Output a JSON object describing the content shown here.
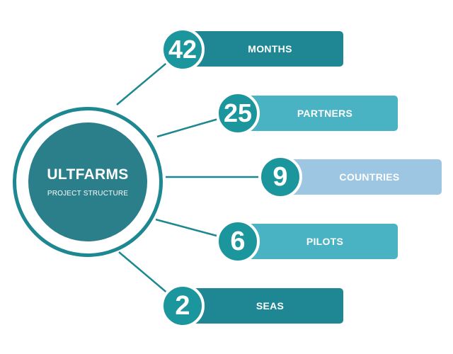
{
  "hub": {
    "title": "ULTFARMS",
    "subtitle": "PROJECT STRUCTURE"
  },
  "colors": {
    "line": "#1d8891",
    "hub_fill": "#2a7f8b",
    "number_circle": "#1c969d"
  },
  "items": [
    {
      "number": "42",
      "label": "MONTHS",
      "bar_color": "#1f8793"
    },
    {
      "number": "25",
      "label": "PARTNERS",
      "bar_color": "#4ab3c3"
    },
    {
      "number": "9",
      "label": "COUNTRIES",
      "bar_color": "#9dc6e2"
    },
    {
      "number": "6",
      "label": "PILOTS",
      "bar_color": "#4ab3c3"
    },
    {
      "number": "2",
      "label": "SEAS",
      "bar_color": "#1f8793"
    }
  ]
}
